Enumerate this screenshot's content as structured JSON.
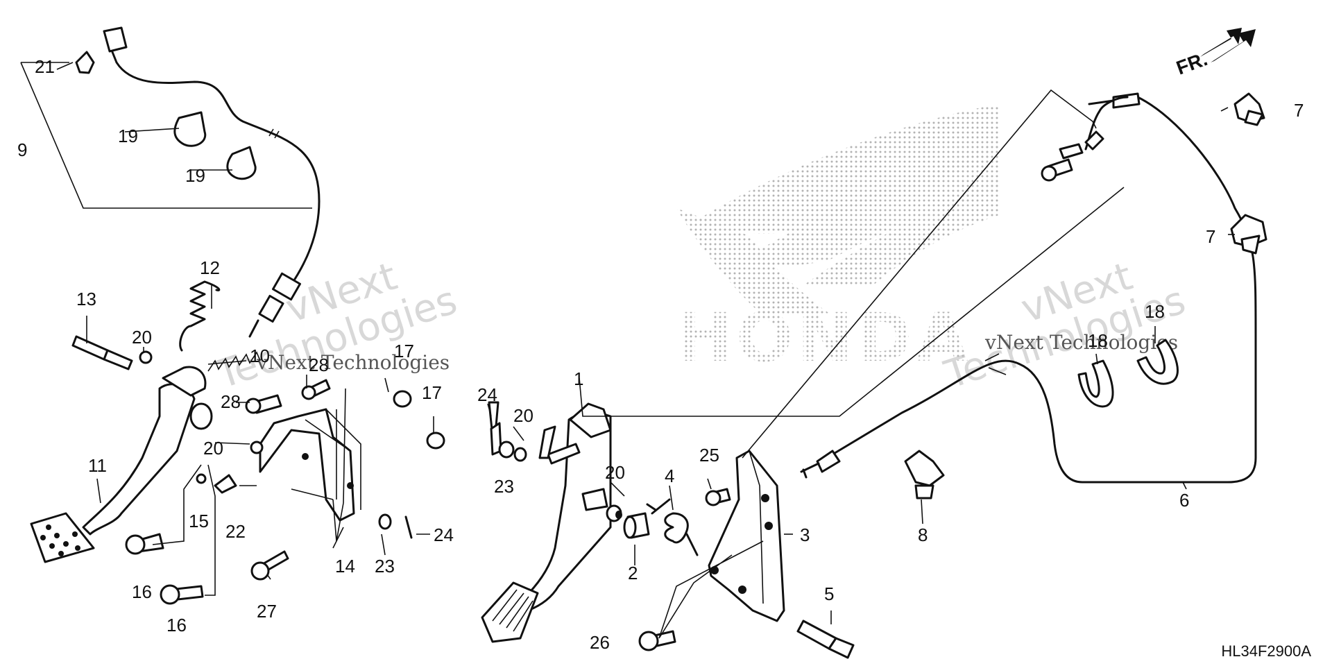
{
  "direction_label": "FR.",
  "diagram_code": "HL34F2900A",
  "logo_text": "HONDA",
  "watermark": {
    "line1": "vNext",
    "line2": "Technologies",
    "caption": "vNext Technologies"
  },
  "callouts": {
    "c1": "1",
    "c2": "2",
    "c3": "3",
    "c4": "4",
    "c5": "5",
    "c6": "6",
    "c7a": "7",
    "c7b": "7",
    "c8": "8",
    "c9": "9",
    "c10": "10",
    "c11": "11",
    "c12": "12",
    "c13": "13",
    "c14": "14",
    "c15": "15",
    "c16a": "16",
    "c16b": "16",
    "c17a": "17",
    "c17b": "17",
    "c18a": "18",
    "c18b": "18",
    "c19a": "19",
    "c19b": "19",
    "c20a": "20",
    "c20b": "20",
    "c20c": "20",
    "c20d": "20",
    "c21": "21",
    "c22": "22",
    "c23a": "23",
    "c23b": "23",
    "c24a": "24",
    "c24b": "24",
    "c25": "25",
    "c26": "26",
    "c27": "27",
    "c28a": "28",
    "c28b": "28"
  }
}
